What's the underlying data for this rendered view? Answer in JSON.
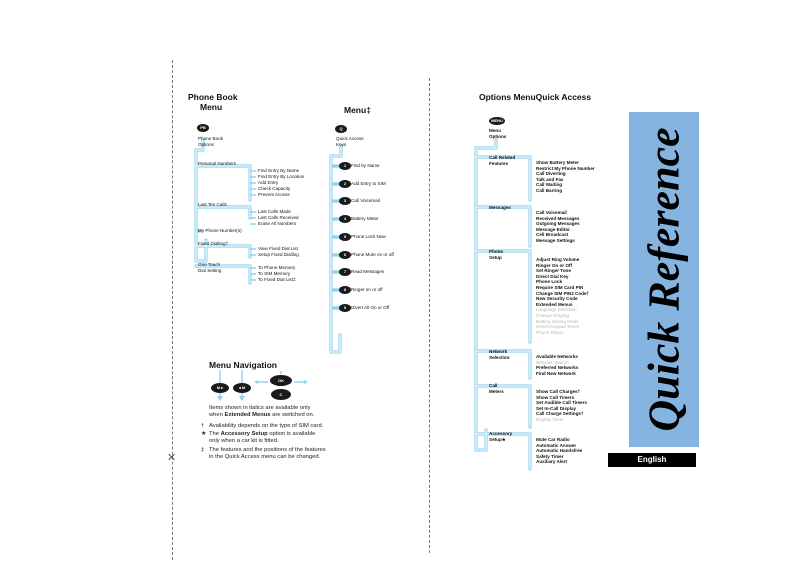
{
  "phonebook": {
    "title_line1": "Phone Book",
    "title_line2": "Menu",
    "start_label": "Phone Book Options",
    "groups": [
      {
        "label": "Personal Numbers",
        "items": [
          "Find Entry By Name",
          "Find Entry By Location",
          "Add Entry",
          "Check Capacity",
          "Prevent Access"
        ]
      },
      {
        "label": "Last Ten Calls",
        "items": [
          "Last Calls Made",
          "Last Calls Received",
          "Erase All Numbers"
        ]
      },
      {
        "label": "My Phone Number(s)",
        "items": []
      },
      {
        "label": "Fixed Dialling†",
        "items": [
          "View Fixed Dial List",
          "Setup Fixed Dialling"
        ]
      },
      {
        "label": "One Touch Dial Setting",
        "items": [
          "To Phone Memory",
          "To SIM Memory",
          "To Fixed Dial List‡"
        ]
      }
    ]
  },
  "quick_access": {
    "title": "Menu‡",
    "start_label": "Quick Access Keys",
    "items": [
      "Find by Name",
      "Add Entry to SIM",
      "Call Voicemail",
      "Battery Meter",
      "Phone Lock Now",
      "Phone Mute on or off",
      "Read Messages",
      "Ringer on or off",
      "Divert All On or Off"
    ],
    "key_glyphs": [
      "1",
      "2",
      "3",
      "4",
      "5",
      "6",
      "7",
      "8",
      "9"
    ]
  },
  "nav": {
    "title": "Menu Navigation",
    "key_labels": [
      "M ▸",
      "◂ M",
      "OK",
      "C"
    ],
    "note_line1": "Items shown in italics are available only",
    "note_line2_pre": "when ",
    "note_line2_bold": "Extended Menus",
    "note_line2_post": " are switched on.",
    "fn1_sym": "†",
    "fn1": "Availability depends on the type of SIM card.",
    "fn2_sym": "★",
    "fn2_pre": "The ",
    "fn2_bold": "Accessory Setup",
    "fn2_post": " option is available",
    "fn2_line2": "only when a car kit is fitted.",
    "fn3_sym": "‡",
    "fn3_line1": "The features and the positions of the features",
    "fn3_line2": "in the Quick Access menu can be changed."
  },
  "options": {
    "title": "Options MenuQuick Access",
    "start_label": "Menu Options",
    "groups": [
      {
        "label": "Call Related Features",
        "items": [
          "Show Battery Meter",
          "Restrict My Phone Number",
          "Call Diverting",
          "Talk and Fax",
          "Call Waiting",
          "Call Barring"
        ],
        "dim": []
      },
      {
        "label": "Messages",
        "items": [
          "Call Voicemail",
          "Received Messages",
          "Outgoing Messages",
          "Message Editor",
          "Cell Broadcast",
          "Message Settings"
        ],
        "dim": []
      },
      {
        "label": "Phone Setup",
        "items": [
          "Adjust Ring Volume",
          "Ringer On or Off",
          "Set Ringer Tone",
          "Direct Dial Key",
          "Phone Lock",
          "Require SIM Card PIN",
          "Change SIM PIN2 Code†",
          "New Security Code",
          "Extended Menus"
        ],
        "dim": [
          "Language Selection",
          "Change Ringing",
          "Battery Saving Mode",
          "Select Keypad Tones",
          "Phone Status"
        ]
      },
      {
        "label": "Network Selection",
        "items": [
          "Available Networks",
          "Preferred Networks",
          "Find New Network"
        ],
        "dim": [
          "Network Search"
        ]
      },
      {
        "label": "Call Meters",
        "items": [
          "Show Call Charges†",
          "Show Call Timers",
          "Set Audible Call Timers",
          "Set In-Call Display",
          "Call Charge Settings†"
        ],
        "dim": [
          "Display Timer"
        ]
      },
      {
        "label": "Accessory Setup★",
        "items": [
          "Mute Car Radio",
          "Automatic Answer",
          "Automatic Handsfree",
          "Safety Timer",
          "Auxiliary Alert"
        ],
        "dim": []
      }
    ]
  },
  "brand": {
    "panel_title": "Quick Reference",
    "language": "English",
    "panel_color": "#86b4e0",
    "rail_color": "#8fd3f0"
  }
}
